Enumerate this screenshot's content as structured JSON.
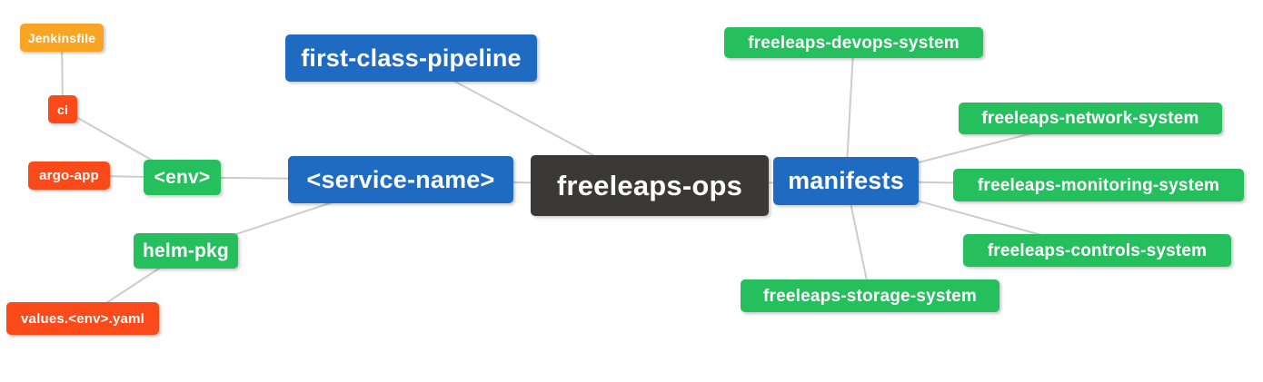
{
  "diagram": {
    "type": "mindmap",
    "root_label": "freeleaps-ops",
    "colors": {
      "blue": "#1f6bc1",
      "green": "#26bf5e",
      "red": "#fa4a19",
      "orange": "#f9a423",
      "dark": "#3b3838",
      "edge": "#cccccc",
      "background": "#ffffff",
      "text": "#ffffff"
    },
    "nodes": {
      "jenkinsfile": {
        "label": "Jenkinsfile",
        "category": "orange"
      },
      "ci": {
        "label": "ci",
        "category": "red"
      },
      "argo_app": {
        "label": "argo-app",
        "category": "red"
      },
      "env": {
        "label": "<env>",
        "category": "green"
      },
      "helm_pkg": {
        "label": "helm-pkg",
        "category": "green"
      },
      "values_env_yaml": {
        "label": "values.<env>.yaml",
        "category": "red"
      },
      "first_class_pipeline": {
        "label": "first-class-pipeline",
        "category": "blue"
      },
      "service_name": {
        "label": "<service-name>",
        "category": "blue"
      },
      "freeleaps_ops": {
        "label": "freeleaps-ops",
        "category": "dark"
      },
      "manifests": {
        "label": "manifests",
        "category": "blue"
      },
      "devops_system": {
        "label": "freeleaps-devops-system",
        "category": "green"
      },
      "network_system": {
        "label": "freeleaps-network-system",
        "category": "green"
      },
      "monitoring_system": {
        "label": "freeleaps-monitoring-system",
        "category": "green"
      },
      "controls_system": {
        "label": "freeleaps-controls-system",
        "category": "green"
      },
      "storage_system": {
        "label": "freeleaps-storage-system",
        "category": "green"
      }
    },
    "edges": [
      [
        "jenkinsfile",
        "ci"
      ],
      [
        "ci",
        "env"
      ],
      [
        "argo_app",
        "env"
      ],
      [
        "env",
        "service_name"
      ],
      [
        "helm_pkg",
        "service_name"
      ],
      [
        "values_env_yaml",
        "helm_pkg"
      ],
      [
        "first_class_pipeline",
        "freeleaps_ops"
      ],
      [
        "service_name",
        "freeleaps_ops"
      ],
      [
        "freeleaps_ops",
        "manifests"
      ],
      [
        "manifests",
        "devops_system"
      ],
      [
        "manifests",
        "network_system"
      ],
      [
        "manifests",
        "monitoring_system"
      ],
      [
        "manifests",
        "controls_system"
      ],
      [
        "manifests",
        "storage_system"
      ]
    ]
  }
}
